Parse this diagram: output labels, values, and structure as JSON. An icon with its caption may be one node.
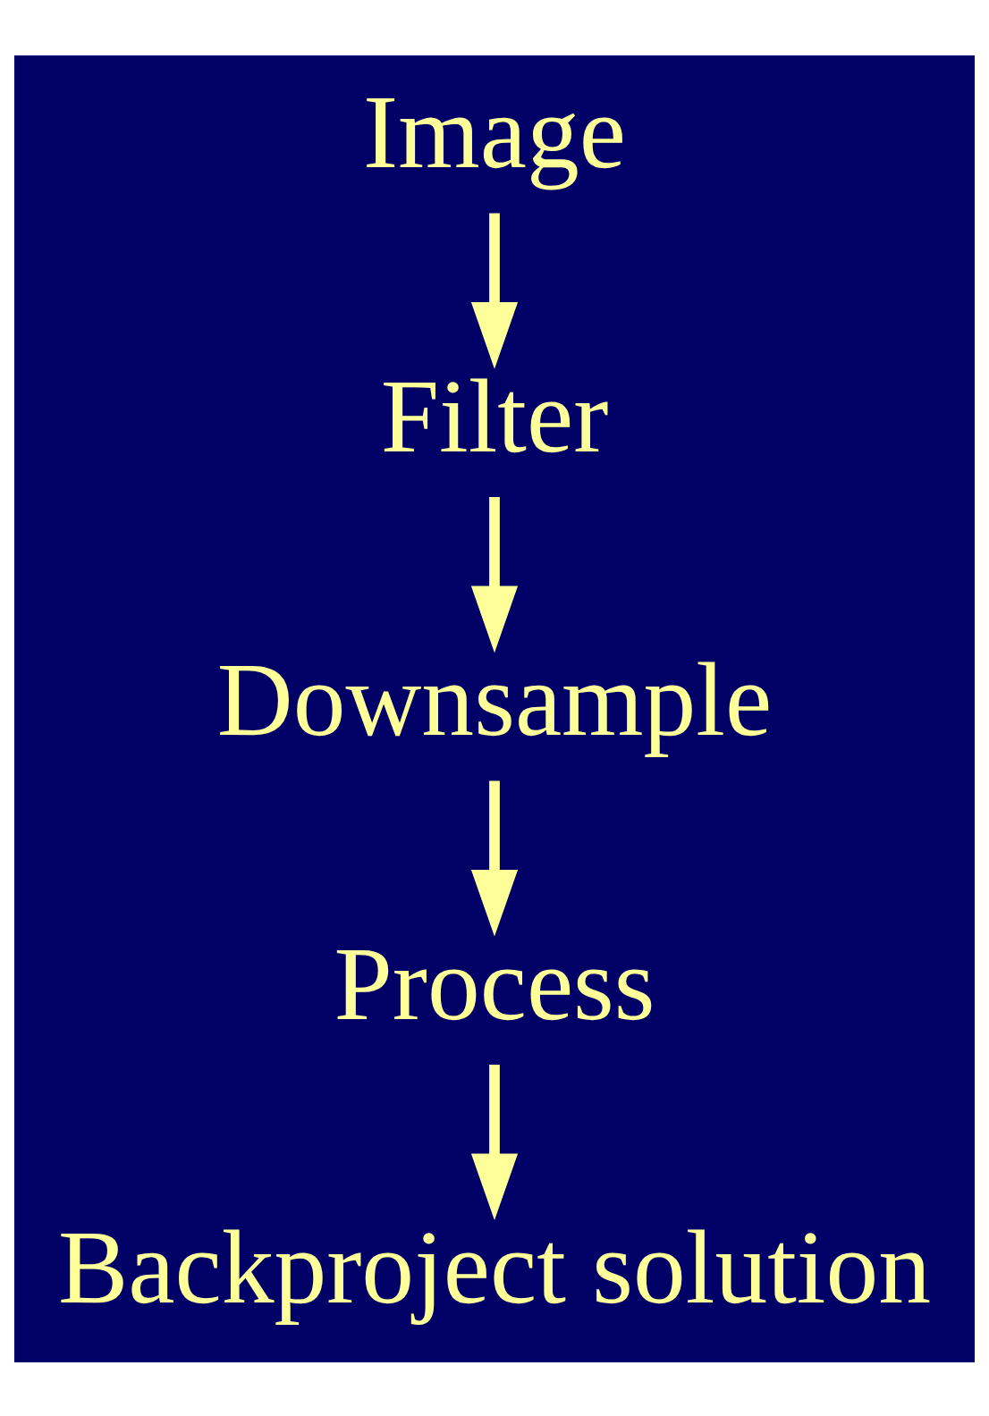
{
  "diagram": {
    "nodes": [
      {
        "text": [
          "Image"
        ]
      },
      {
        "text": [
          "Filter"
        ]
      },
      {
        "text": [
          "Downsample"
        ]
      },
      {
        "text": [
          "Process"
        ]
      },
      {
        "text": [
          "Backproject solution"
        ]
      }
    ],
    "edges": [
      {
        "from": 0,
        "to": 1,
        "arrow": "to"
      },
      {
        "from": 1,
        "to": 2,
        "arrow": "to"
      },
      {
        "from": 2,
        "to": 3,
        "arrow": "to"
      },
      {
        "from": 3,
        "to": 4,
        "arrow": "to"
      }
    ]
  }
}
